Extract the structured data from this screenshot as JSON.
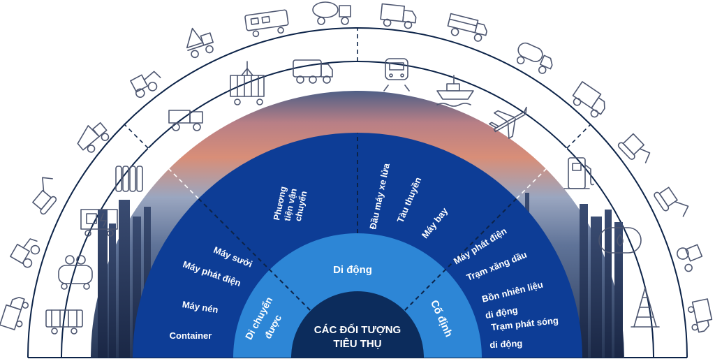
{
  "center": {
    "line1": "CÁC ĐỐI TƯỢNG",
    "line2": "TIÊU THỤ"
  },
  "ring2": {
    "left_line1": "Di chuyển",
    "left_line2": "được",
    "top": "Di động",
    "right": "Cố định"
  },
  "ring3": {
    "left_items": [
      "Máy sưởi",
      "Máy phát điện",
      "Máy nén",
      "Container"
    ],
    "top_left_lines": [
      "Phương",
      "tiện vận",
      "chuyển"
    ],
    "top_right_items": [
      "Đầu máy xe lửa",
      "Tàu thuyền",
      "Máy bay"
    ],
    "right_items": [
      {
        "lines": [
          "Máy phát điện"
        ]
      },
      {
        "lines": [
          "Trạm xăng dầu"
        ]
      },
      {
        "lines": [
          "Bồn nhiên liệu",
          "di động"
        ]
      },
      {
        "lines": [
          "Trạm phát sóng",
          "di động"
        ]
      }
    ]
  },
  "colors": {
    "center": "#0c2c5c",
    "ring2": "#2d86d6",
    "ring3": "#0d3d96",
    "outline": "#0c2348",
    "icon": "#4d5670"
  },
  "icons": [
    "truck-icon",
    "freight-wagon-icon",
    "air-compressor-icon",
    "generator-icon",
    "radiator-icon",
    "excavator-icon",
    "loader-icon",
    "dump-truck-icon",
    "train-icon",
    "cement-mixer-icon",
    "container-crane-icon",
    "garbage-truck-icon",
    "rail-locomotive-icon",
    "ship-icon",
    "airplane-icon",
    "tank-truck-icon",
    "fuel-pump-icon",
    "fuel-tank-icon",
    "oil-derrick-icon",
    "tractor-icon"
  ]
}
